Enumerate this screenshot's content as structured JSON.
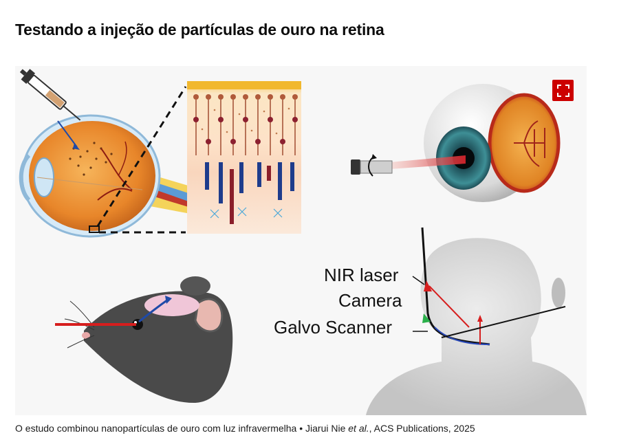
{
  "headline": "Testando a injeção de partículas de ouro na retina",
  "figure": {
    "labels": {
      "nir_laser": "NIR laser",
      "camera": "Camera",
      "galvo_scanner": "Galvo Scanner"
    },
    "expand_icon": "expand-icon"
  },
  "caption": {
    "text_before": "O estudo combinou nanopartículas de ouro com luz infravermelha • Jiarui Nie ",
    "italic": "et al.",
    "text_after": ", ACS Publications, 2025"
  },
  "colors": {
    "expand_button": "#cc0000",
    "laser_red": "#d81818",
    "eye_orange": "#e8902c"
  }
}
